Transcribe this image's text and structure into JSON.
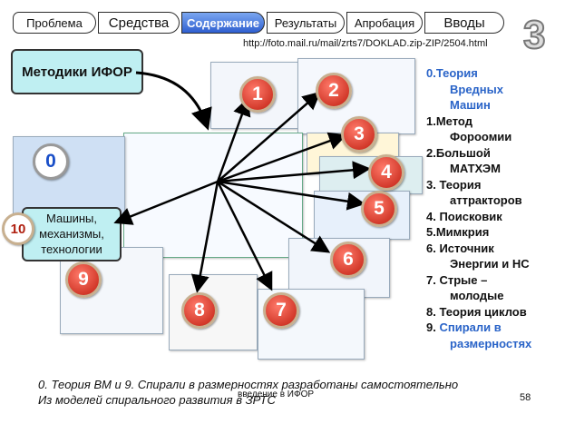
{
  "nav": {
    "tabs": [
      "Проблема",
      "Средства",
      "Содержание",
      "Результаты",
      "Апробация",
      "Вводы"
    ],
    "active": 2
  },
  "url": "http://foto.mail.ru/mail/zrts7/DOKLAD.zip-ZIP/2504.html",
  "slide_no": "3",
  "metodiki": "Методики ИФОР",
  "mashiny": [
    "Машины,",
    "механизмы,",
    "технологии"
  ],
  "circles": [
    "0",
    "1",
    "2",
    "3",
    "4",
    "5",
    "6",
    "7",
    "8",
    "9",
    "10"
  ],
  "list": [
    {
      "n": "0.",
      "t": "Теория",
      "t2": "Вредных",
      "t3": "Машин",
      "blue": true
    },
    {
      "n": "1.",
      "t": "Метод",
      "t2": "Фороомии",
      "t3": ""
    },
    {
      "n": "2.",
      "t": "Большой",
      "t2": "МАТХЭМ",
      "t3": ""
    },
    {
      "n": "3.",
      "t": " Теория",
      "t2": "аттракторов",
      "t3": ""
    },
    {
      "n": "4.",
      "t": " Поисковик",
      "t2": "",
      "t3": ""
    },
    {
      "n": "5.",
      "t": "Мимкрия",
      "t2": "",
      "t3": ""
    },
    {
      "n": "6.",
      "t": " Источник",
      "t2": "Энергии и НС",
      "t3": ""
    },
    {
      "n": "7.",
      "t": " Стрые –",
      "t2": "молодые",
      "t3": ""
    },
    {
      "n": "8.",
      "t": " Теория циклов",
      "t2": "",
      "t3": ""
    },
    {
      "n": "9.",
      "t": " Спирали в",
      "t2": "размерностях",
      "t3": "",
      "blue2": true
    }
  ],
  "footer": [
    "0. Теория ВМ и 9. Спирали в размерностях  разработаны самостоятельно",
    "Из моделей  спирального развития  в  ЗРТС"
  ],
  "vvedenie": "введение в ИФОР",
  "page": "58"
}
